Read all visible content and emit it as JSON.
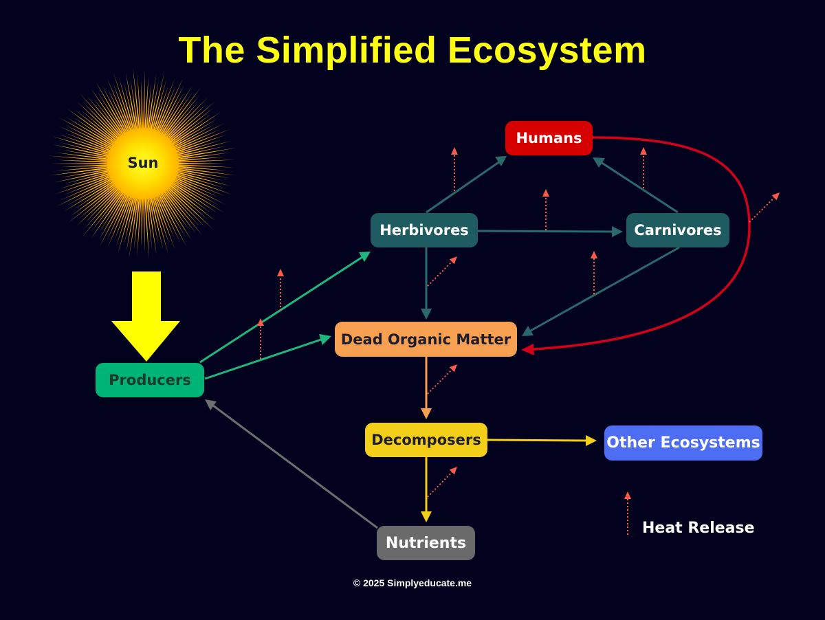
{
  "title": "The Simplified Ecosystem",
  "sun": {
    "label": "Sun"
  },
  "nodes": {
    "humans": "Humans",
    "herbivores": "Herbivores",
    "carnivores": "Carnivores",
    "dead_organic_matter": "Dead Organic Matter",
    "producers": "Producers",
    "decomposers": "Decomposers",
    "other_ecosystems": "Other Ecosystems",
    "nutrients": "Nutrients"
  },
  "legend": {
    "heat_release": "Heat Release",
    "icon": "dotted-arrow-icon"
  },
  "footer": "© 2025 Simplyeducate.me",
  "colors": {
    "background": "#02021f",
    "title": "#ffff14",
    "sun": "#ffd400",
    "humans": "#d60000",
    "consumers": "#1f5c62",
    "dead_organic_matter": "#f7a052",
    "producers": "#00b377",
    "decomposers": "#f4cf1a",
    "other_ecosystems": "#4d6df2",
    "nutrients": "#6a6a6a",
    "heat": "#ff5a4a"
  },
  "flows": [
    {
      "from": "Sun",
      "to": "Producers"
    },
    {
      "from": "Producers",
      "to": "Herbivores"
    },
    {
      "from": "Producers",
      "to": "Dead Organic Matter"
    },
    {
      "from": "Herbivores",
      "to": "Humans"
    },
    {
      "from": "Herbivores",
      "to": "Carnivores"
    },
    {
      "from": "Herbivores",
      "to": "Dead Organic Matter"
    },
    {
      "from": "Carnivores",
      "to": "Humans"
    },
    {
      "from": "Carnivores",
      "to": "Dead Organic Matter"
    },
    {
      "from": "Humans",
      "to": "Dead Organic Matter"
    },
    {
      "from": "Dead Organic Matter",
      "to": "Decomposers"
    },
    {
      "from": "Decomposers",
      "to": "Other Ecosystems"
    },
    {
      "from": "Decomposers",
      "to": "Nutrients"
    },
    {
      "from": "Nutrients",
      "to": "Producers"
    }
  ]
}
